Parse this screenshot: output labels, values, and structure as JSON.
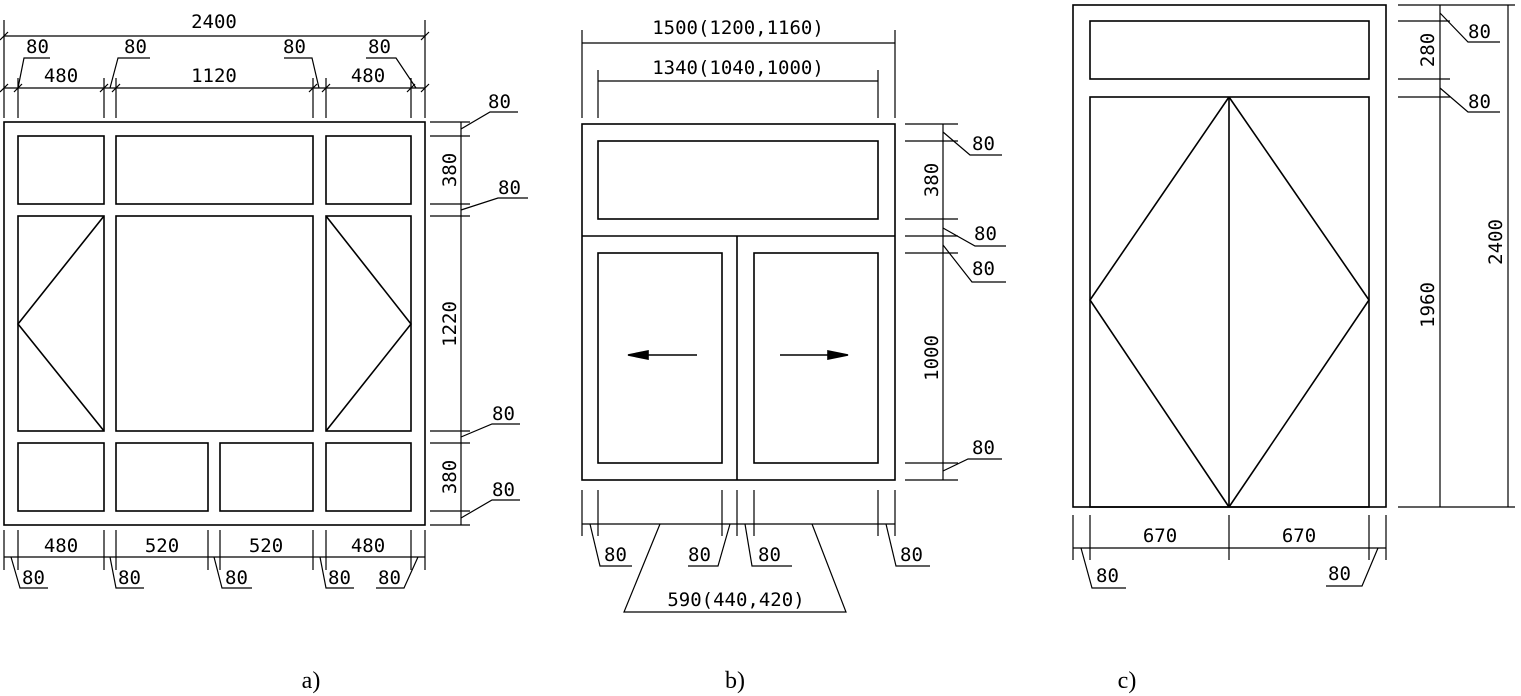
{
  "panel_a": {
    "overall_width": "2400",
    "frame_left": "80",
    "frame_mid_left": "80",
    "frame_mid_right": "80",
    "frame_right": "80",
    "top_w_left": "480",
    "top_w_center": "1120",
    "top_w_right": "480",
    "right_frame_top": "80",
    "right_h_top": "380",
    "right_frame_2": "80",
    "right_h_mid": "1220",
    "right_frame_3": "80",
    "right_h_bottom": "380",
    "right_frame_bottom": "80",
    "bottom_w_1": "480",
    "bottom_w_2": "520",
    "bottom_w_3": "520",
    "bottom_w_4": "480",
    "bottom_frame_1": "80",
    "bottom_frame_2": "80",
    "bottom_frame_3": "80",
    "bottom_frame_4": "80",
    "bottom_frame_5": "80",
    "caption": "a)"
  },
  "panel_b": {
    "overall_width": "1500(1200,1160)",
    "inner_width": "1340(1040,1000)",
    "right_frame_top": "80",
    "right_h_top": "380",
    "right_frame_2": "80",
    "right_frame_3": "80",
    "right_h_sash": "1000",
    "right_frame_bottom": "80",
    "bottom_frame_1": "80",
    "bottom_frame_2": "80",
    "bottom_frame_3": "80",
    "bottom_frame_4": "80",
    "sash_width": "590(440,420)",
    "caption": "b)"
  },
  "panel_c": {
    "right_frame_top": "80",
    "right_h_top": "280",
    "right_frame_2": "80",
    "right_h_leaf": "1960",
    "overall_height": "2400",
    "bottom_w_left": "670",
    "bottom_w_right": "670",
    "bottom_frame_left": "80",
    "bottom_frame_right": "80",
    "caption": "c)"
  }
}
